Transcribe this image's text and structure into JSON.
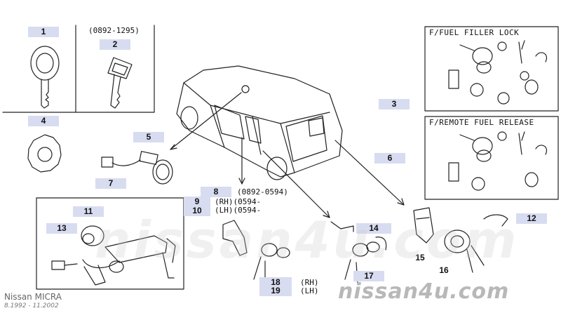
{
  "callouts": {
    "c1": "1",
    "c2": "2",
    "c3": "3",
    "c4": "4",
    "c5": "5",
    "c6": "6",
    "c7": "7",
    "c8": "8",
    "c9": "9",
    "c10": "10",
    "c11": "11",
    "c12": "12",
    "c13": "13",
    "c14": "14",
    "c15": "15",
    "c16": "16",
    "c17": "17",
    "c18": "18",
    "c19": "19"
  },
  "notes": {
    "key2_period": "(0892-1295)",
    "item8_period": "(0892-0594)",
    "item9_rh": "(RH)(0594-",
    "item10_lh": "(LH)(0594-",
    "item18_rh": "(RH)",
    "item19_lh": "(LH)"
  },
  "boxes": {
    "fuel_filler": "F/FUEL FILLER LOCK",
    "remote_fuel": "F/REMOTE FUEL RELEASE"
  },
  "watermark": "nissan4u.com",
  "model": "Nissan MICRA",
  "years": "8.1992 - 11.2002"
}
